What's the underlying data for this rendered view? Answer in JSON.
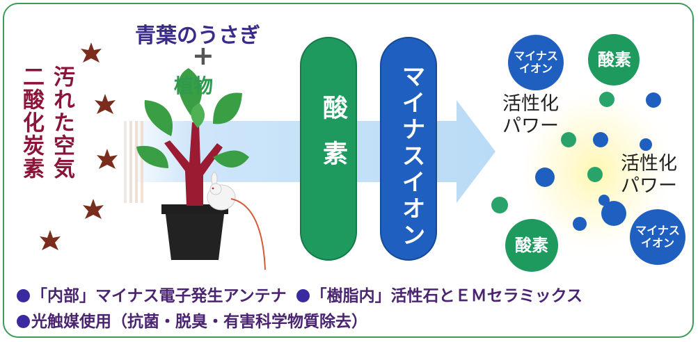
{
  "left_labels": {
    "col1": "汚れた空気",
    "col2": "二酸化炭素"
  },
  "top_labels": {
    "line1": "青葉のうさぎ",
    "plus": "+",
    "line2": "植物"
  },
  "pills": {
    "oxygen": "酸素",
    "minus_ion": "マイナスイオン"
  },
  "right_cluster": {
    "circle_minus_ion_top": "マイナス\nイオン",
    "circle_oxygen_top": "酸素",
    "power_upper": "活性化\nパワー",
    "power_lower": "活性化\nパワー",
    "circle_oxygen_bottom": "酸素",
    "circle_minus_ion_bottom": "マイナス\nイオン"
  },
  "features": {
    "line1_item1": "「内部」マイナス電子発生アンテナ",
    "line1_item2": "「樹脂内」活性石とＥＭセラミックス",
    "line2_item1": "光触媒使用（抗菌・脱臭・有害科学物質除去）"
  },
  "colors": {
    "border_green": "#3d9a57",
    "dark_red": "#8a1538",
    "purple": "#4a2a8c",
    "green_text": "#2f9a4d",
    "pill_green": "#1f9a5f",
    "pill_blue": "#1f5fbf",
    "arrow_blue": "#cfe6fa",
    "star_brown": "#7a2d1c"
  }
}
